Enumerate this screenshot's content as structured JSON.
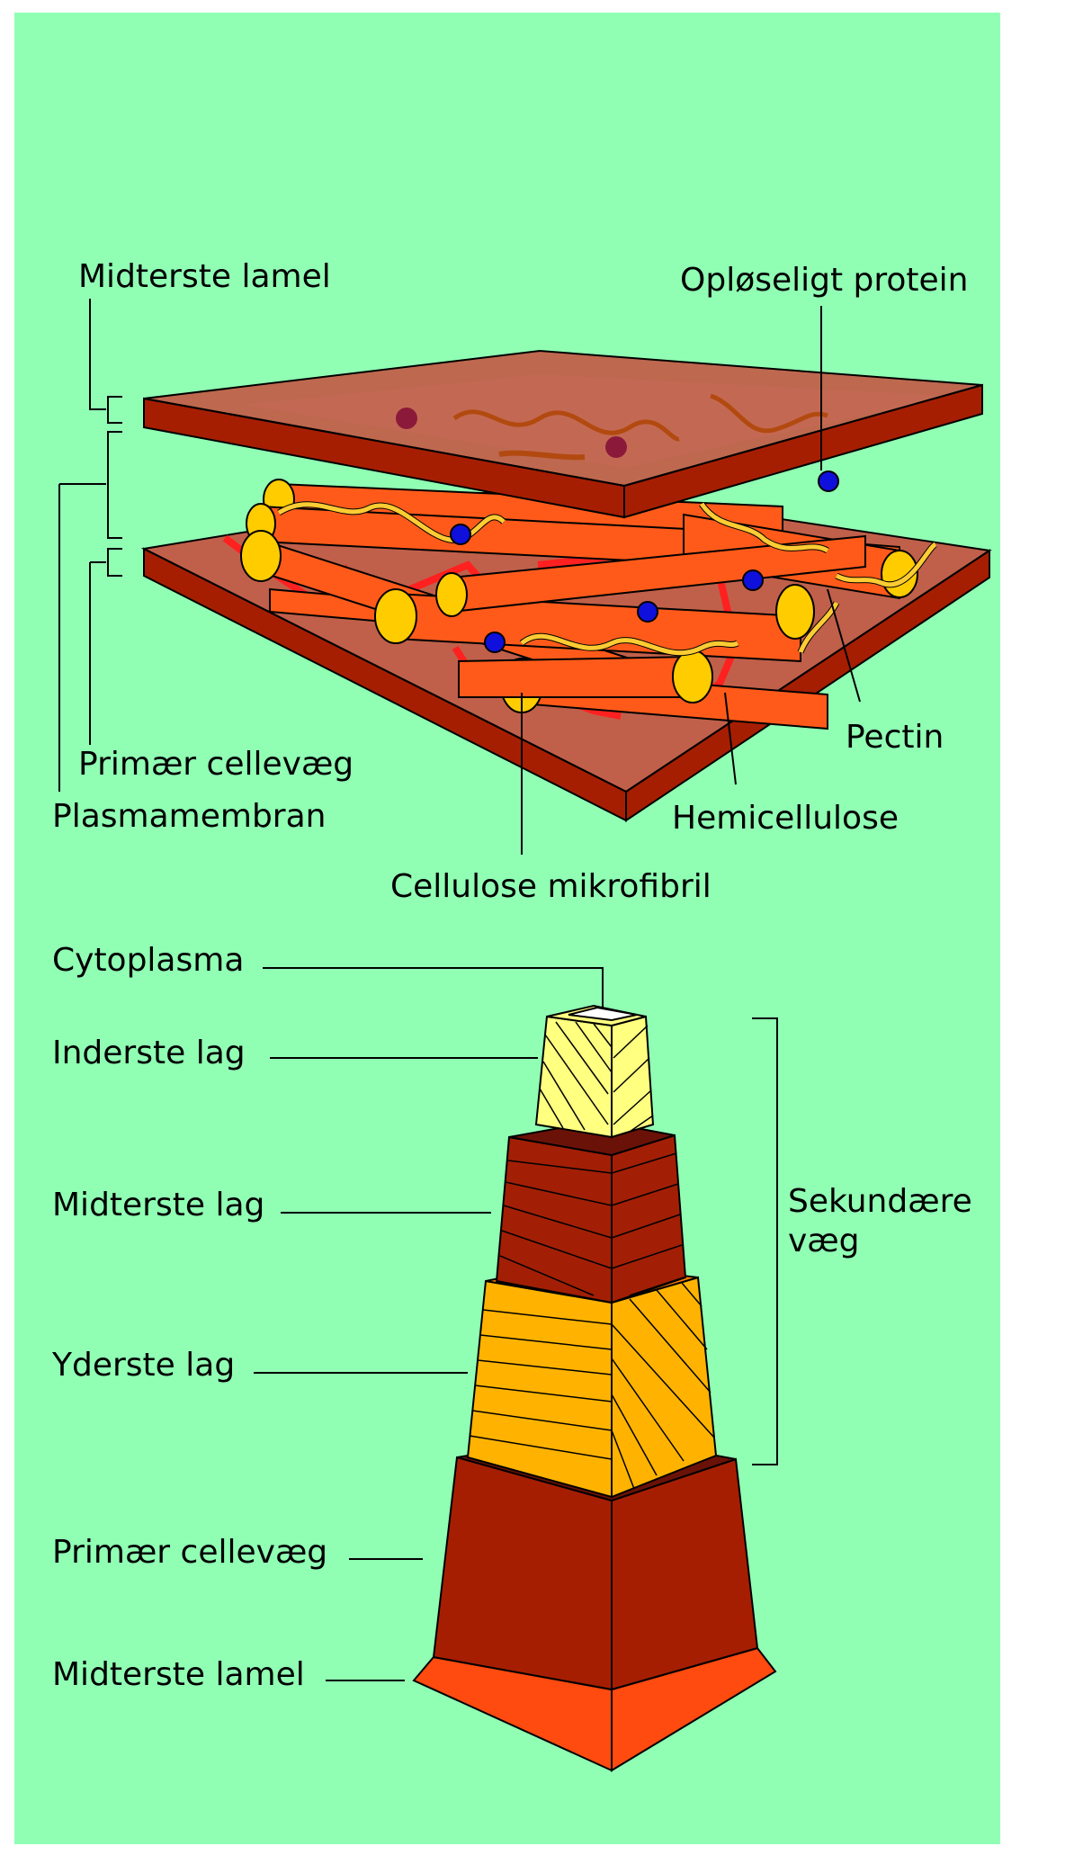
{
  "colors": {
    "background": "#90ffb4",
    "wall_top": "#c0604a",
    "wall_side": "#a61e02",
    "wall_edge": "#b53d20",
    "fibril_body": "#ff5a1a",
    "fibril_end": "#ffcc00",
    "pectin": "#ffcc33",
    "hemicellulose": "#ff2020",
    "protein": "#1010dd",
    "inner_layer": "#ffff80",
    "middle_layer": "#a21f05",
    "outer_layer": "#ffb300",
    "primary_wall": "#a61e02",
    "middle_lamella": "#ff4a10"
  },
  "top_diagram": {
    "labels": {
      "middle_lamella": "Midterste lamel",
      "soluble_protein": "Opløseligt protein",
      "primary_wall": "Primær cellevæg",
      "plasma_membrane": "Plasmamembran",
      "pectin": "Pectin",
      "hemicellulose": "Hemicellulose",
      "cellulose_microfibril": "Cellulose mikrofibril"
    }
  },
  "bottom_diagram": {
    "labels": {
      "cytoplasm": "Cytoplasma",
      "inner_layer": "Inderste lag",
      "middle_layer": "Midterste lag",
      "outer_layer": "Yderste lag",
      "secondary_wall_line1": "Sekundære",
      "secondary_wall_line2": "væg",
      "primary_wall": "Primær cellevæg",
      "middle_lamella": "Midterste lamel"
    }
  }
}
